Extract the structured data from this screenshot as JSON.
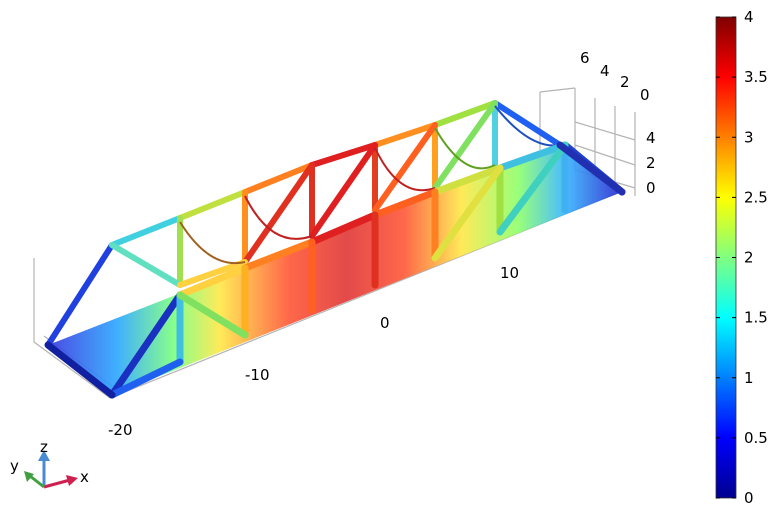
{
  "plot": {
    "axis_ticks": {
      "x": [
        "-20",
        "-10",
        "0",
        "10"
      ],
      "y": [
        "6",
        "4",
        "2",
        "0"
      ],
      "z": [
        "4",
        "2",
        "0"
      ]
    },
    "colorbar": {
      "min": 0,
      "max": 4,
      "ticks": [
        "4",
        "3.5",
        "3",
        "2.5",
        "2",
        "1.5",
        "1",
        "0.5",
        "0"
      ],
      "colors": [
        "#00008f",
        "#0000ff",
        "#0080ff",
        "#00ffff",
        "#80ff80",
        "#ffff00",
        "#ff8000",
        "#ff0000",
        "#800000"
      ]
    },
    "triad": {
      "x": "x",
      "y": "y",
      "z": "z"
    }
  }
}
